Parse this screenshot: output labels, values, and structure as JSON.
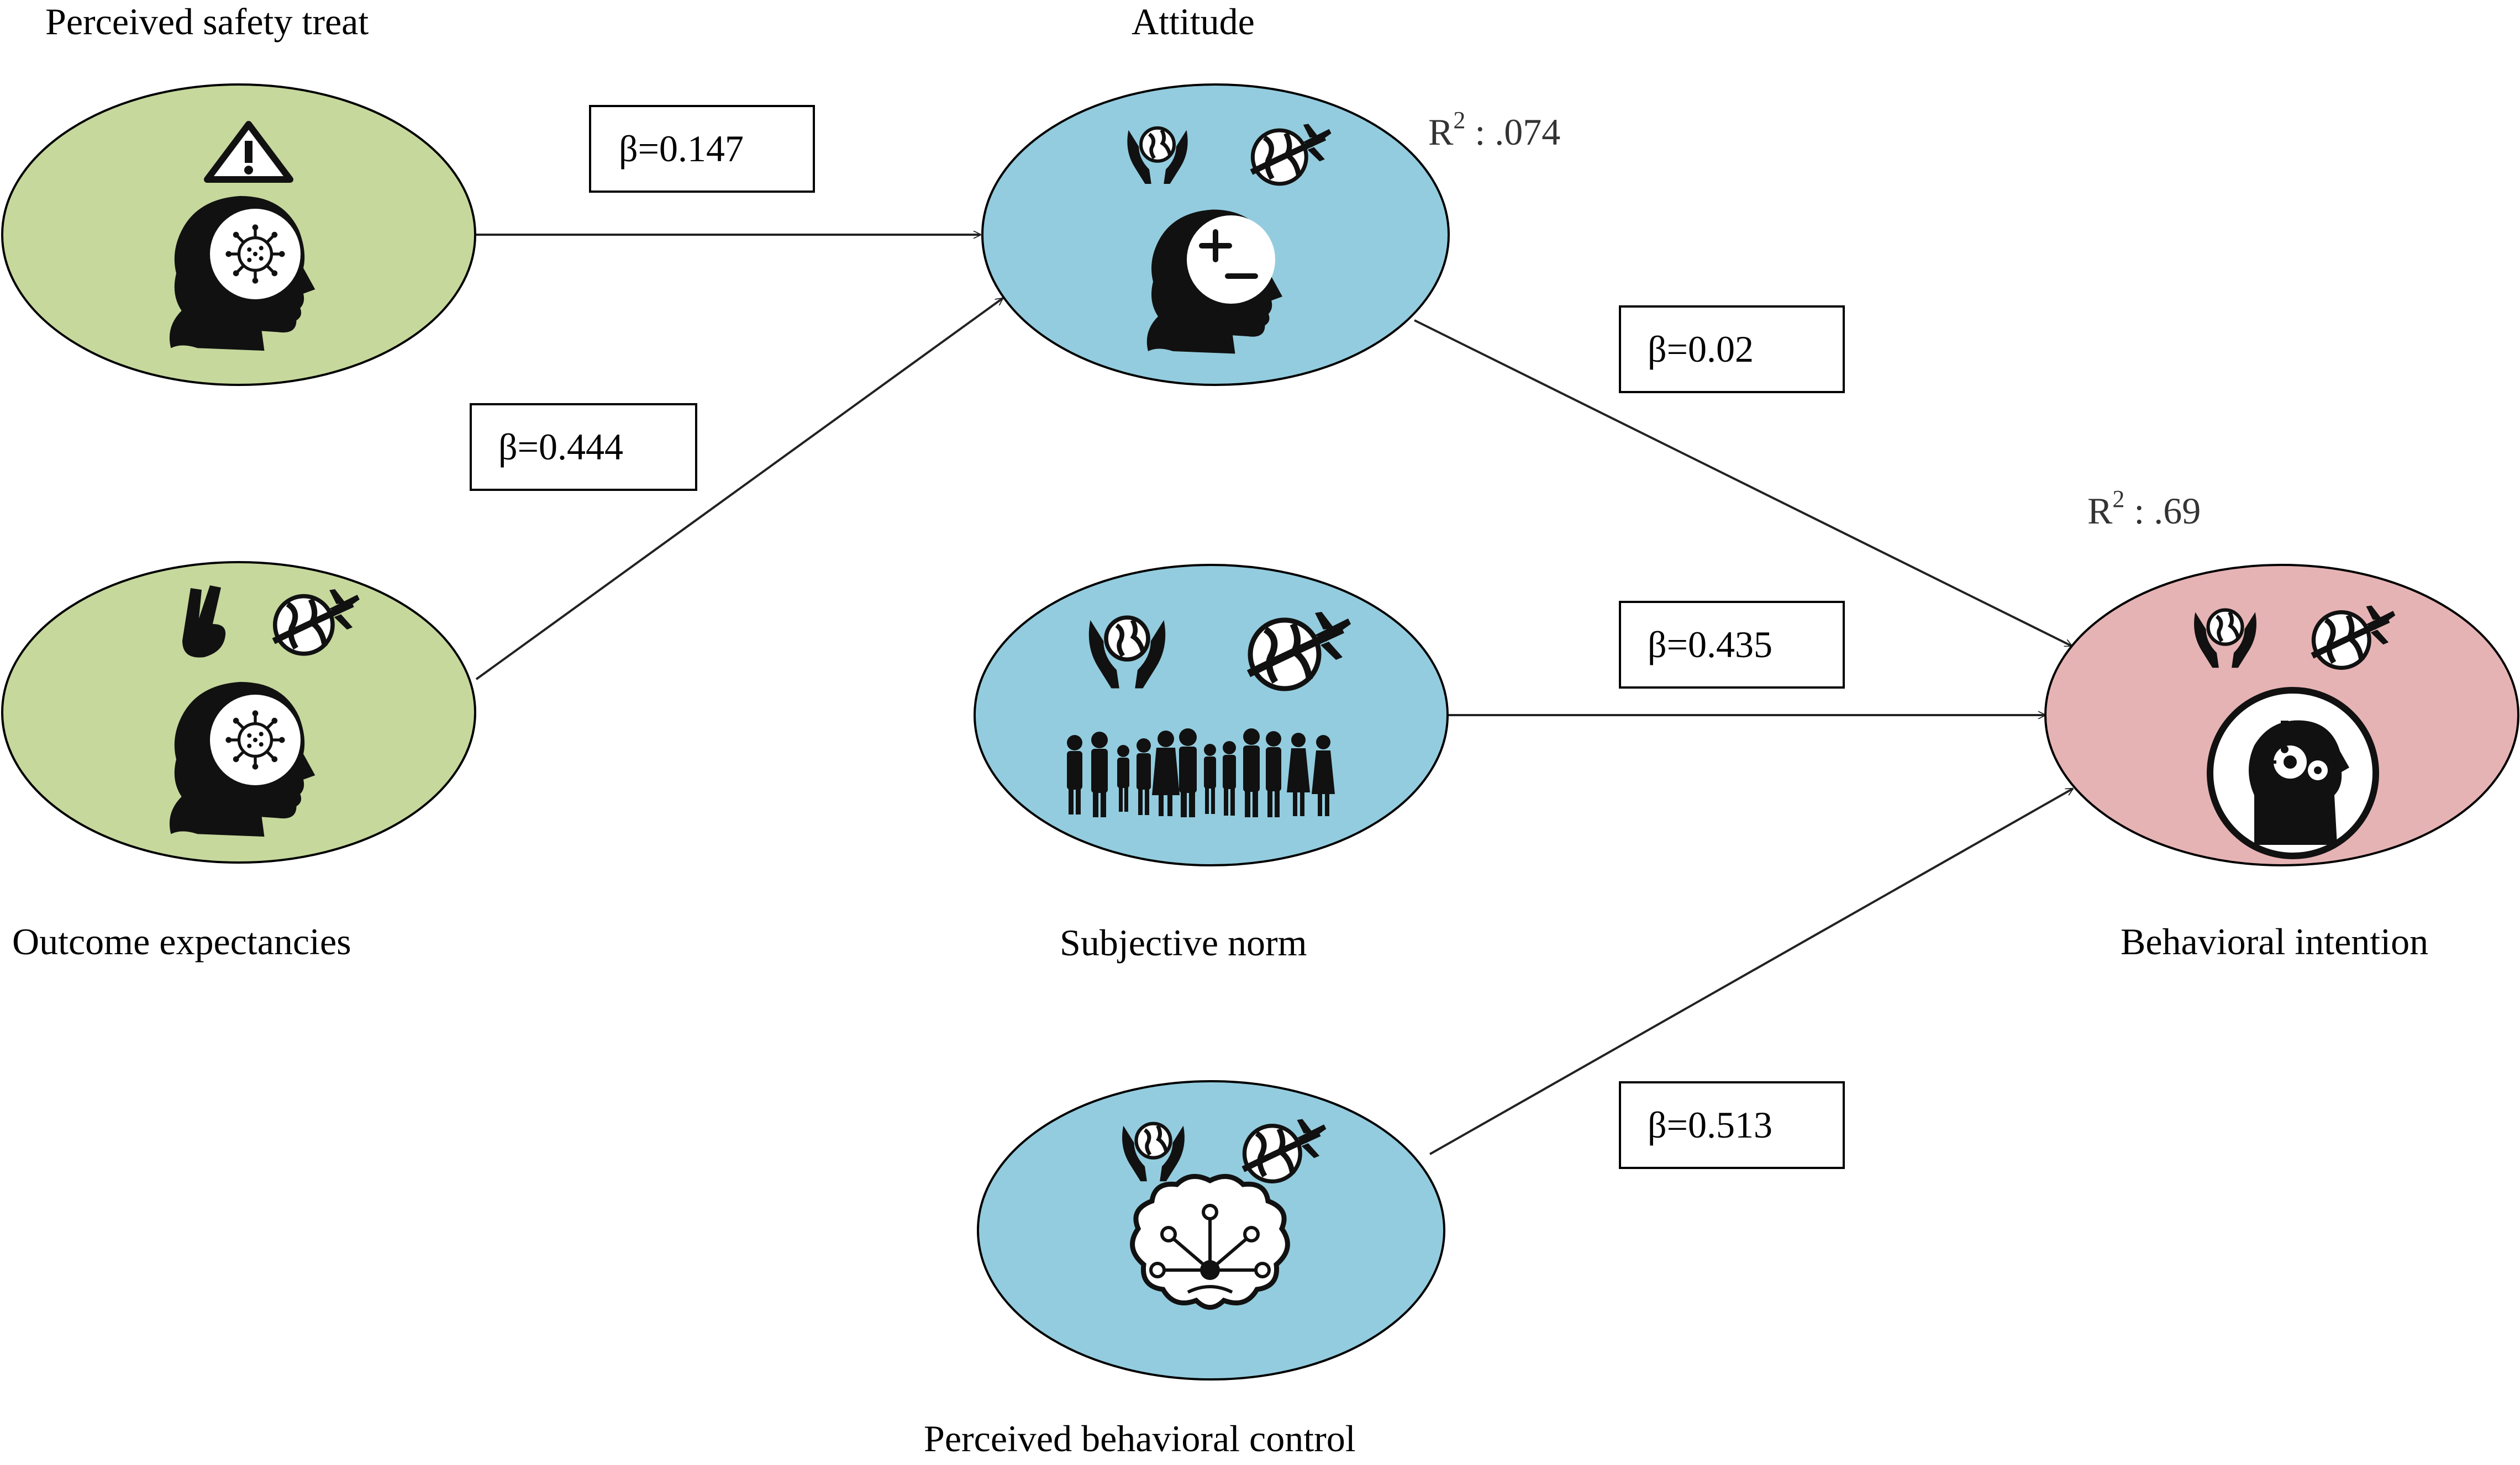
{
  "colors": {
    "exogenous": "#c6d89c",
    "mediator": "#93ccde",
    "outcome": "#e6b3b4",
    "stroke": "#000000",
    "icon": "#111111"
  },
  "nodes": {
    "perceived_safety_threat": {
      "label": "Perceived safety treat",
      "icons": [
        "warning-icon",
        "head-virus-icon"
      ]
    },
    "outcome_expectancies": {
      "label": "Outcome expectancies",
      "icons": [
        "fingers-crossed-icon",
        "globe-plane-icon",
        "head-virus-icon"
      ]
    },
    "attitude": {
      "label": "Attitude",
      "r2_prefix": "R",
      "r2_sup": "2",
      "r2_value": " : .074",
      "icons": [
        "hands-globe-icon",
        "globe-plane-icon",
        "head-plus-minus-icon"
      ]
    },
    "subjective_norm": {
      "label": "Subjective norm",
      "icons": [
        "hands-globe-icon",
        "globe-plane-icon",
        "crowd-icon"
      ]
    },
    "perceived_behavioral_control": {
      "label": "Perceived behavioral control",
      "icons": [
        "hands-globe-icon",
        "globe-plane-icon",
        "brain-network-icon"
      ]
    },
    "behavioral_intention": {
      "label": "Behavioral intention",
      "r2_prefix": "R",
      "r2_sup": "2",
      "r2_value": " : .69",
      "icons": [
        "hands-globe-icon",
        "globe-plane-icon",
        "head-gears-icon"
      ]
    }
  },
  "edges": [
    {
      "from": "perceived_safety_threat",
      "to": "attitude",
      "beta": "β=0.147"
    },
    {
      "from": "outcome_expectancies",
      "to": "attitude",
      "beta": "β=0.444"
    },
    {
      "from": "attitude",
      "to": "behavioral_intention",
      "beta": "β=0.02"
    },
    {
      "from": "subjective_norm",
      "to": "behavioral_intention",
      "beta": "β=0.435"
    },
    {
      "from": "perceived_behavioral_control",
      "to": "behavioral_intention",
      "beta": "β=0.513"
    }
  ]
}
